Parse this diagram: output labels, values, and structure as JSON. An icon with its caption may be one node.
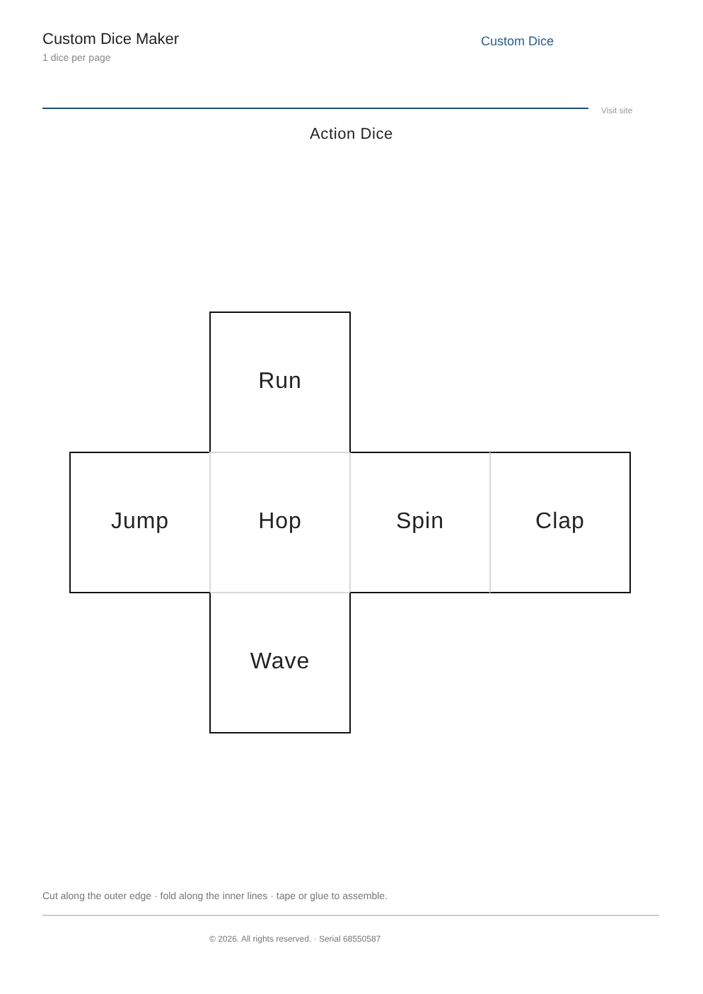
{
  "diagram": {
    "title": "Action Dice",
    "nodes": [
      {
        "text": [
          "Run"
        ]
      },
      {
        "text": [
          "Jump"
        ]
      },
      {
        "text": [
          "Hop"
        ]
      },
      {
        "text": [
          "Spin"
        ]
      },
      {
        "text": [
          "Clap"
        ]
      },
      {
        "text": [
          "Wave"
        ]
      }
    ],
    "labels": [
      "Custom Dice Maker",
      "1 dice per page",
      "Custom Dice",
      "Visit site",
      "Cut along the outer edge · fold along the inner lines · tape or glue to assemble.",
      "© 2026. All rights reserved. · Serial 68550587"
    ]
  }
}
